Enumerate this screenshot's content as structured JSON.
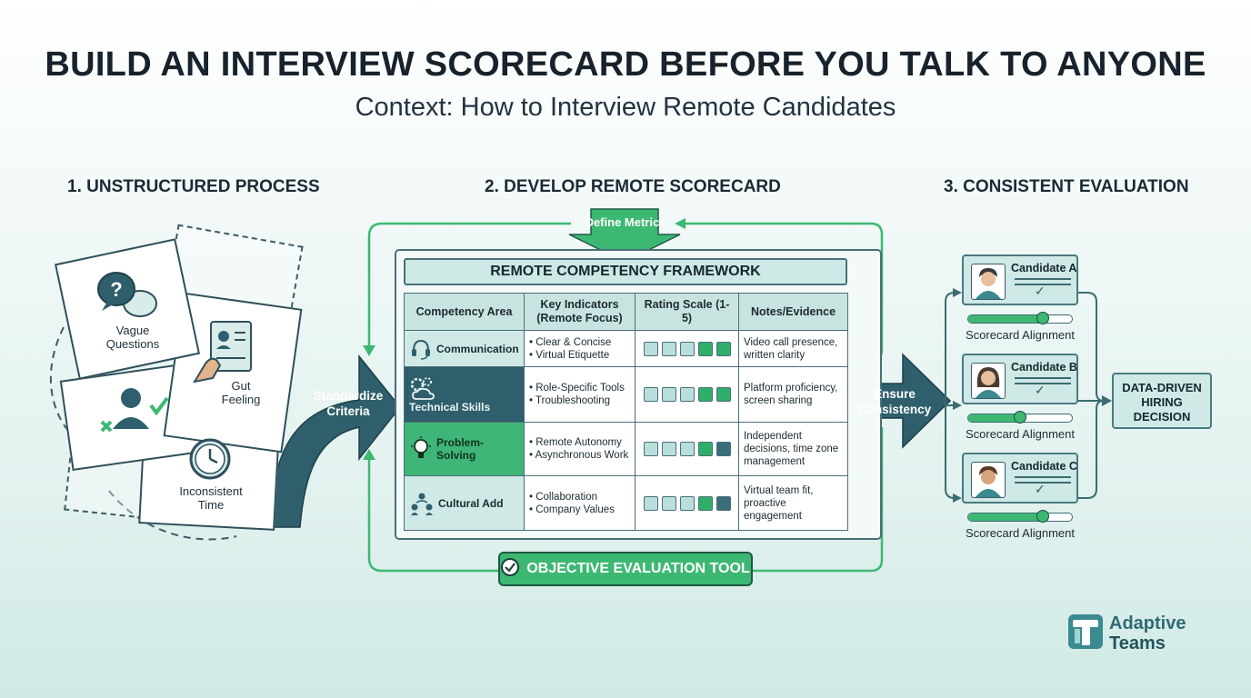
{
  "header": {
    "title": "BUILD AN INTERVIEW SCORECARD BEFORE YOU TALK TO ANYONE",
    "subtitle": "Context: How to Interview Remote Candidates"
  },
  "sections": {
    "s1": "1. UNSTRUCTURED PROCESS",
    "s2": "2. DEVELOP REMOTE SCORECARD",
    "s3": "3. CONSISTENT EVALUATION"
  },
  "unstructured": {
    "vague": "Vague\nQuestions",
    "gut": "Gut\nFeeling",
    "inconsistent": "Inconsistent\nTime"
  },
  "arrows": {
    "standardize": "Standardize Criteria",
    "ensure": "Ensure Consistency",
    "define": "Define Metrics"
  },
  "framework": {
    "title": "REMOTE COMPETENCY FRAMEWORK",
    "headers": [
      "Competency Area",
      "Key Indicators (Remote Focus)",
      "Rating Scale (1-5)",
      "Notes/Evidence"
    ],
    "rows": [
      {
        "area": "Communication",
        "ind1": "Clear & Concise",
        "ind2": "Virtual Etiquette",
        "rating": 5,
        "notes": "Video call presence, written clarity"
      },
      {
        "area": "Technical Skills",
        "ind1": "Role-Specific Tools",
        "ind2": "Troubleshooting",
        "rating": 4,
        "notes": "Platform proficiency, screen sharing"
      },
      {
        "area": "Problem-Solving",
        "ind1": "Remote Autonomy",
        "ind2": "Asynchronous Work",
        "rating": 4,
        "notes": "Independent decisions, time zone management"
      },
      {
        "area": "Cultural Add",
        "ind1": "Collaboration",
        "ind2": "Company Values",
        "rating": 4,
        "notes": "Virtual team fit, proactive engagement"
      }
    ],
    "tool_label": "OBJECTIVE EVALUATION TOOL"
  },
  "candidates": [
    {
      "name": "Candidate A",
      "alignment_label": "Scorecard Alignment",
      "alignment": 0.72
    },
    {
      "name": "Candidate B",
      "alignment_label": "Scorecard Alignment",
      "alignment": 0.5
    },
    {
      "name": "Candidate C",
      "alignment_label": "Scorecard Alignment",
      "alignment": 0.72
    }
  ],
  "decision": "DATA-DRIVEN HIRING DECISION",
  "logo": {
    "line1": "Adaptive",
    "line2": "Teams"
  },
  "colors": {
    "accent_green": "#3db873",
    "dark_teal": "#2f5f6c",
    "light_teal": "#cfe9e6"
  }
}
